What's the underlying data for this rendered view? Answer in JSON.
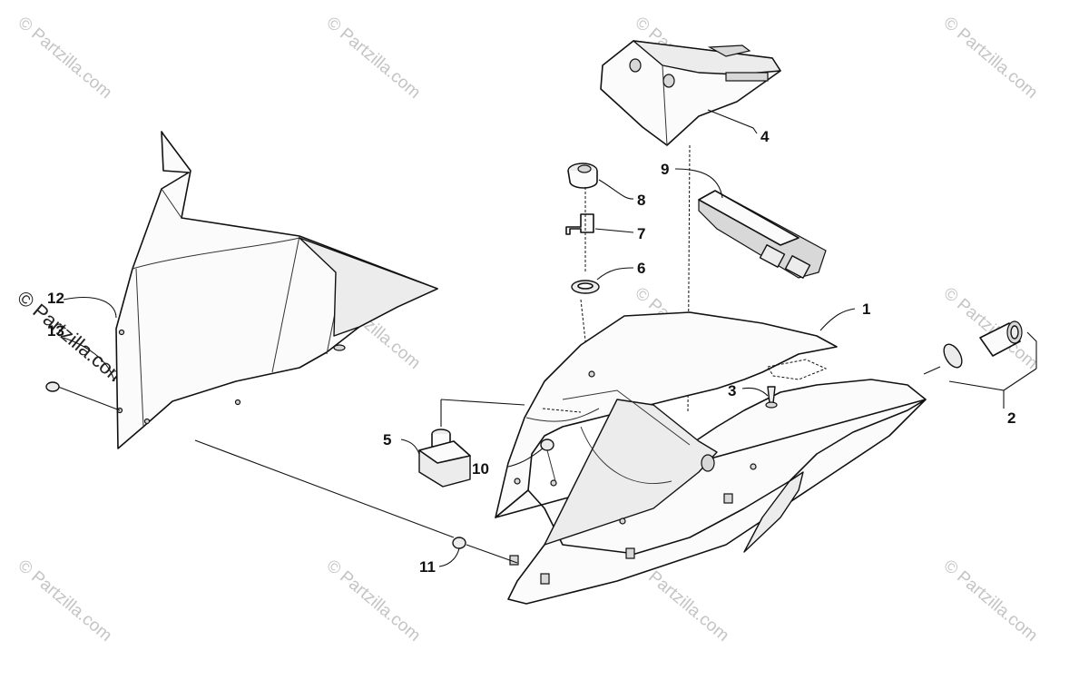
{
  "watermark": {
    "text": "© Partzilla.com"
  },
  "callouts": [
    {
      "id": "1",
      "label": "1"
    },
    {
      "id": "2",
      "label": "2"
    },
    {
      "id": "3",
      "label": "3"
    },
    {
      "id": "4",
      "label": "4"
    },
    {
      "id": "5",
      "label": "5"
    },
    {
      "id": "6",
      "label": "6"
    },
    {
      "id": "7",
      "label": "7"
    },
    {
      "id": "8",
      "label": "8"
    },
    {
      "id": "9",
      "label": "9"
    },
    {
      "id": "10",
      "label": "10"
    },
    {
      "id": "11",
      "label": "11"
    },
    {
      "id": "12",
      "label": "12"
    },
    {
      "id": "13",
      "label": "13"
    }
  ]
}
